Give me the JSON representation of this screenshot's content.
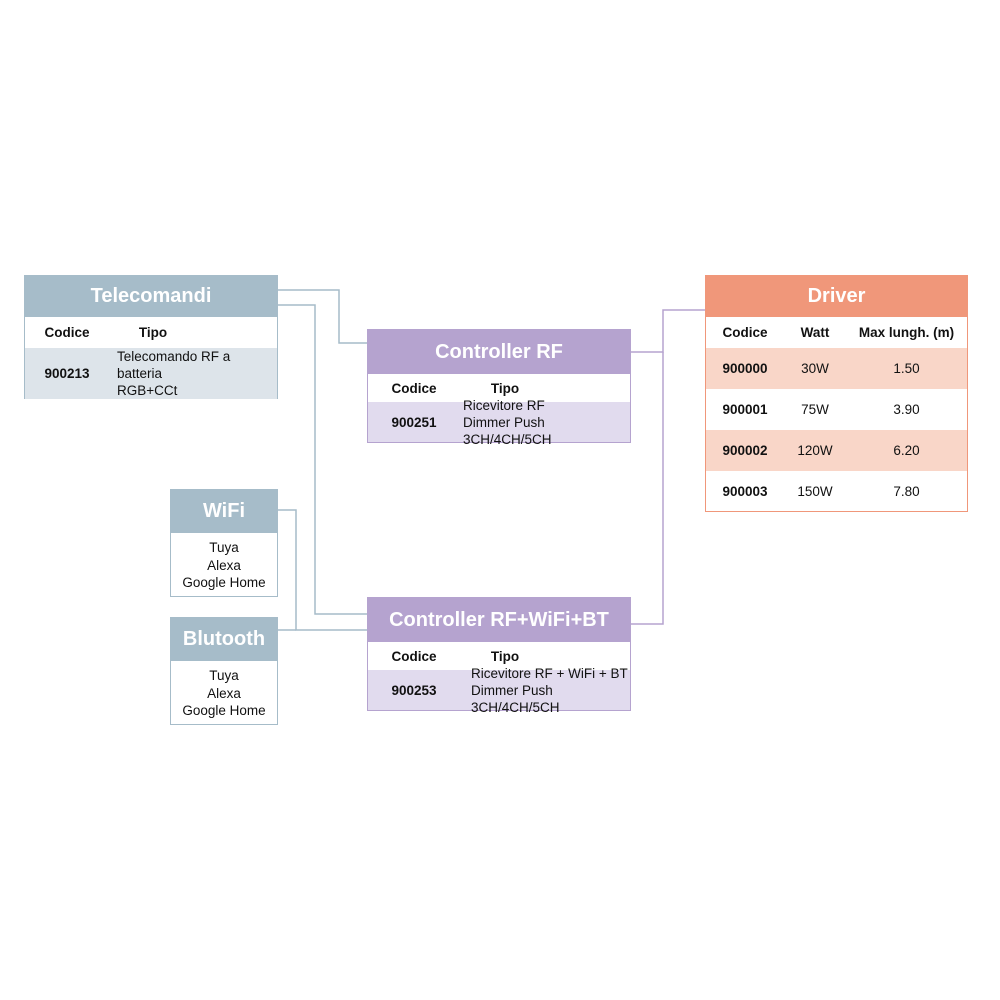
{
  "telecomandi": {
    "title": "Telecomandi",
    "col_code": "Codice",
    "col_type": "Tipo",
    "row": {
      "code": "900213",
      "type_line1": "Telecomando RF a batteria",
      "type_line2": "RGB+CCt"
    }
  },
  "controller_rf": {
    "title": "Controller RF",
    "col_code": "Codice",
    "col_type": "Tipo",
    "row": {
      "code": "900251",
      "type_line1": "Ricevitore RF",
      "type_line2": "Dimmer Push 3CH/4CH/5CH"
    }
  },
  "controller_rf_wifi_bt": {
    "title": "Controller RF+WiFi+BT",
    "col_code": "Codice",
    "col_type": "Tipo",
    "row": {
      "code": "900253",
      "type_line1": "Ricevitore RF + WiFi + BT",
      "type_line2": "Dimmer Push 3CH/4CH/5CH"
    }
  },
  "wifi": {
    "title": "WiFi",
    "items": [
      "Tuya",
      "Alexa",
      "Google Home"
    ]
  },
  "bluetooth": {
    "title": "Blutooth",
    "items": [
      "Tuya",
      "Alexa",
      "Google Home"
    ]
  },
  "driver": {
    "title": "Driver",
    "col_code": "Codice",
    "col_watt": "Watt",
    "col_len": "Max lungh. (m)",
    "rows": [
      {
        "code": "900000",
        "watt": "30W",
        "len": "1.50"
      },
      {
        "code": "900001",
        "watt": "75W",
        "len": "3.90"
      },
      {
        "code": "900002",
        "watt": "120W",
        "len": "6.20"
      },
      {
        "code": "900003",
        "watt": "150W",
        "len": "7.80"
      }
    ]
  },
  "colors": {
    "blue_header": "#a6bcc9",
    "blue_row": "#dde4ea",
    "purple_header": "#b5a3cf",
    "purple_row": "#e1dbee",
    "orange_header": "#f0977a",
    "orange_row": "#f9d6c8"
  }
}
